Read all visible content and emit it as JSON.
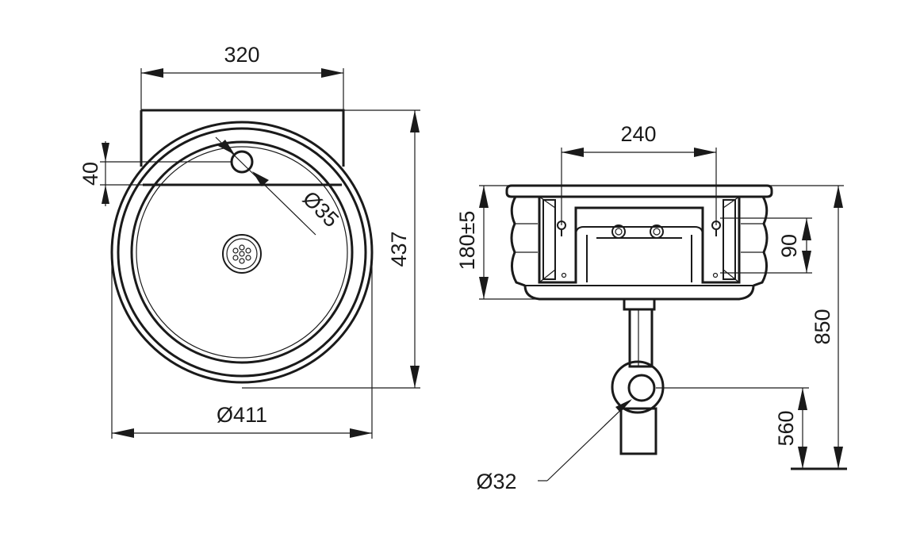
{
  "dimensions": {
    "width_320": "320",
    "height_40": "40",
    "hole_diameter": "Ø35",
    "height_437": "437",
    "bowl_diameter": "Ø411",
    "bracket_width": "240",
    "bracket_height": "180±5",
    "hook_offset": "90",
    "floor_height": "850",
    "trap_height": "560",
    "trap_diameter": "Ø32"
  }
}
